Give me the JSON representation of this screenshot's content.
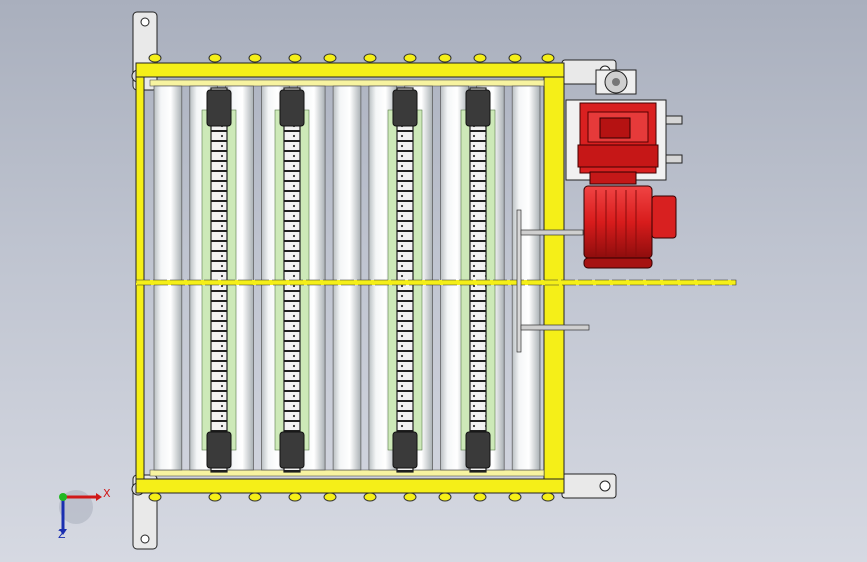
{
  "model": {
    "frame_color": "#f5ef18",
    "roller_color": "#e8ecee",
    "chain_color": "#1f1f1f",
    "side_plate_color": "#cde9b8",
    "motor_color": "#e01f1f",
    "gearbox_color": "#d92020",
    "bracket_color": "#e6e6e6",
    "roller_count": 11,
    "chain_count": 4
  },
  "axis_triad": {
    "x_label": "X",
    "z_label": "Z",
    "x_color": "#d01818",
    "y_color": "#22b822",
    "z_color": "#1a2fb0"
  }
}
